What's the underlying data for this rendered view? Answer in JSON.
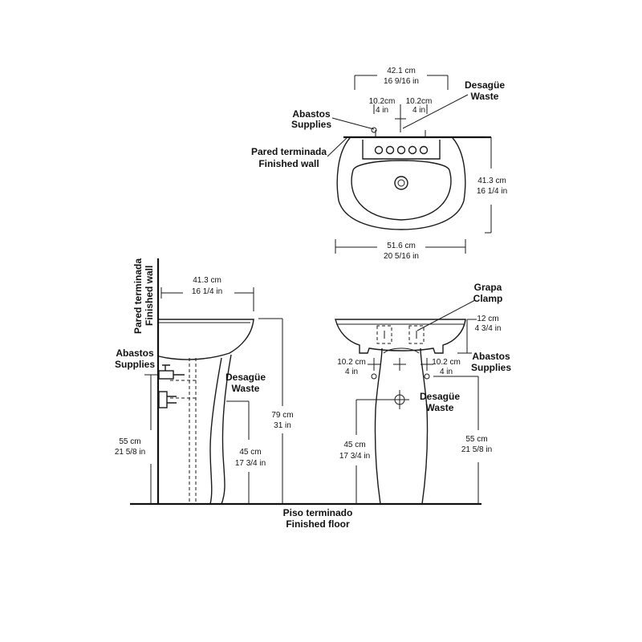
{
  "top_view": {
    "overall_width_cm": "42.1 cm",
    "overall_width_in": "16 9/16 in",
    "left_spacing_cm": "10.2cm",
    "left_spacing_in": "4 in",
    "right_spacing_cm": "10.2cm",
    "right_spacing_in": "4 in",
    "supplies_es": "Abastos",
    "supplies_en": "Supplies",
    "waste_es": "Desagüe",
    "waste_en": "Waste",
    "wall_es": "Pared terminada",
    "wall_en": "Finished wall",
    "depth_cm": "41.3 cm",
    "depth_in": "16 1/4 in",
    "width_cm": "51.6 cm",
    "width_in": "20 5/16 in"
  },
  "side_view": {
    "wall_es": "Pared terminada",
    "wall_en": "Finished wall",
    "depth_cm": "41.3 cm",
    "depth_in": "16 1/4 in",
    "supplies_es": "Abastos",
    "supplies_en": "Supplies",
    "waste_es": "Desagüe",
    "waste_en": "Waste",
    "height_cm": "79 cm",
    "height_in": "31 in",
    "supply_height_cm": "55 cm",
    "supply_height_in": "21 5/8 in",
    "waste_height_cm": "45 cm",
    "waste_height_in": "17 3/4 in"
  },
  "front_view": {
    "clamp_es": "Grapa",
    "clamp_en": "Clamp",
    "clamp_cm": "12 cm",
    "clamp_in": "4 3/4 in",
    "left_offset_cm": "10.2 cm",
    "left_offset_in": "4 in",
    "right_offset_cm": "10.2 cm",
    "right_offset_in": "4 in",
    "supplies_es": "Abastos",
    "supplies_en": "Supplies",
    "waste_es": "Desagüe",
    "waste_en": "Waste",
    "waste_height_cm": "45 cm",
    "waste_height_in": "17 3/4 in",
    "supply_height_cm": "55 cm",
    "supply_height_in": "21 5/8 in"
  },
  "floor": {
    "label_es": "Piso terminado",
    "label_en": "Finished floor"
  }
}
